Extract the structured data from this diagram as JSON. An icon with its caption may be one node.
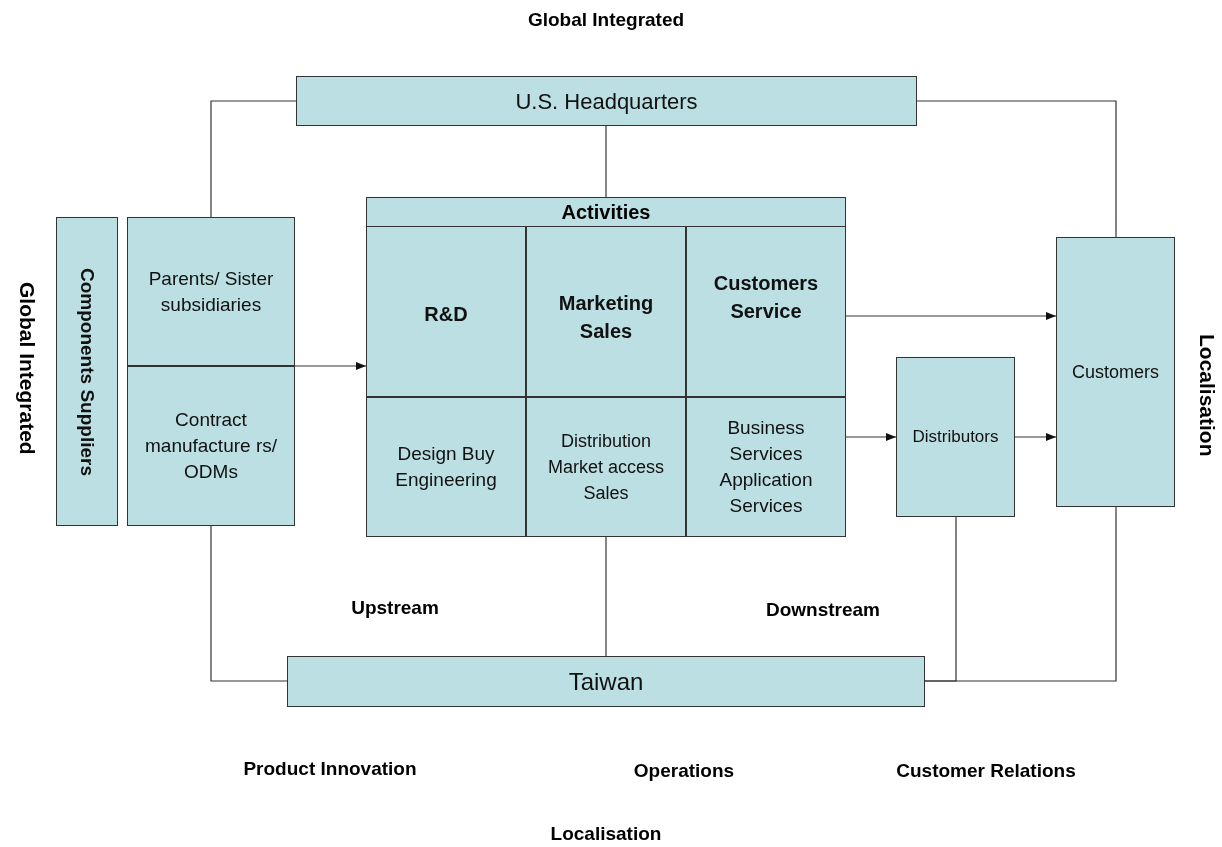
{
  "diagram": {
    "nodes": [
      {
        "text": [
          "U.S. Headquarters"
        ]
      },
      {
        "text": [
          "Components Suppliers"
        ]
      },
      {
        "text": [],
        "shape": "box"
      },
      {
        "text": [
          "Parents/ Sister subsidiaries"
        ],
        "in": 2
      },
      {
        "text": [
          "Contract manufacture rs/ ODMs"
        ],
        "in": 2
      },
      {
        "text": [
          "Activities"
        ]
      },
      {
        "text": [
          "R&D"
        ],
        "in": 5
      },
      {
        "text": [
          "Marketing Sales"
        ],
        "in": 5
      },
      {
        "text": [
          "Customers Service"
        ],
        "in": 5
      },
      {
        "text": [
          "Design Buy Engineering"
        ],
        "in": 5
      },
      {
        "text": [
          "Distribution Market access Sales"
        ],
        "in": 5
      },
      {
        "text": [
          "Business Services Application Services"
        ],
        "in": 5
      },
      {
        "text": [
          "Distributors"
        ]
      },
      {
        "text": [
          "Customers"
        ]
      },
      {
        "text": [
          "Taiwan"
        ]
      }
    ],
    "edges": [
      {
        "from": 0,
        "to": 2,
        "arrow": "none"
      },
      {
        "from": 0,
        "to": 13,
        "arrow": "none"
      },
      {
        "from": 0,
        "to": 5,
        "arrow": "none"
      },
      {
        "from": 2,
        "to": 5,
        "arrow": "to"
      },
      {
        "from": 8,
        "to": 13,
        "arrow": "to"
      },
      {
        "from": 11,
        "to": 12,
        "arrow": "to"
      },
      {
        "from": 12,
        "to": 13,
        "arrow": "to"
      },
      {
        "from": 2,
        "to": 14,
        "arrow": "none"
      },
      {
        "from": 5,
        "to": 14,
        "arrow": "none"
      },
      {
        "from": 12,
        "to": 14,
        "arrow": "none"
      },
      {
        "from": 13,
        "to": 14,
        "arrow": "none"
      }
    ],
    "labels": [
      "Global Integrated",
      "Global Integrated",
      "Localisation",
      "Upstream",
      "Downstream",
      "Product Innovation",
      "Operations",
      "Customer Relations",
      "Localisation"
    ]
  }
}
